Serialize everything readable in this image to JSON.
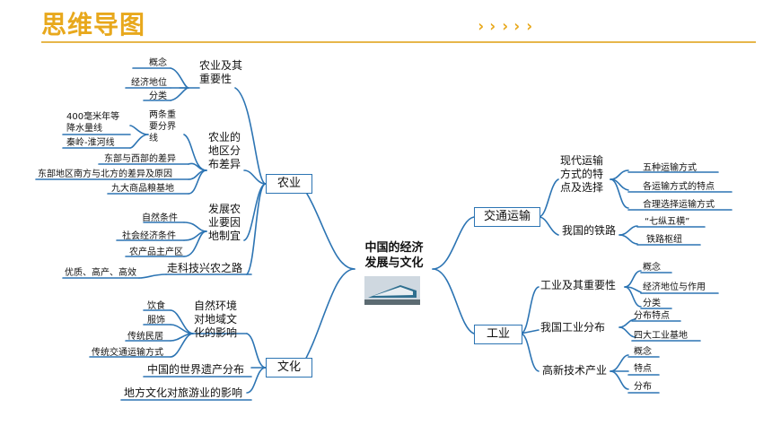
{
  "header": {
    "title": "思维导图",
    "arrows": "› › › › ›"
  },
  "center": {
    "line1": "中国的经济",
    "line2": "发展与文化"
  },
  "agriculture": {
    "label": "农业",
    "s1": {
      "title": [
        "农业及其",
        "重要性"
      ],
      "items": [
        "概念",
        "经济地位",
        "分类"
      ]
    },
    "s2": {
      "title": [
        "农业的",
        "地区分",
        "布差异"
      ],
      "boundary_title": [
        "两条重",
        "要分界",
        "线"
      ],
      "boundary_items": [
        "400毫米年等",
        "降水量线",
        "秦岭-淮河线"
      ],
      "items": [
        "东部与西部的差异",
        "东部地区南方与北方的差异及原因",
        "九大商品粮基地"
      ]
    },
    "s3": {
      "title": [
        "发展农",
        "业要因",
        "地制宜"
      ],
      "items": [
        "自然条件",
        "社会经济条件",
        "农产品主产区"
      ]
    },
    "s4": {
      "title": "走科技兴农之路",
      "items": [
        "优质、高产、高效"
      ]
    }
  },
  "culture": {
    "label": "文化",
    "s1": {
      "title": [
        "自然环境",
        "对地域文",
        "化的影响"
      ],
      "items": [
        "饮食",
        "服饰",
        "传统民居",
        "传统交通运输方式"
      ]
    },
    "s2": {
      "title": "中国的世界遗产分布"
    },
    "s3": {
      "title": "地方文化对旅游业的影响"
    }
  },
  "transport": {
    "label": "交通运输",
    "s1": {
      "title": [
        "现代运输",
        "方式的特",
        "点及选择"
      ],
      "items": [
        "五种运输方式",
        "各运输方式的特点",
        "合理选择运输方式"
      ]
    },
    "s2": {
      "title": "我国的铁路",
      "items": [
        "“七纵五横”",
        "铁路枢纽"
      ]
    }
  },
  "industry": {
    "label": "工业",
    "s1": {
      "title": "工业及其重要性",
      "items": [
        "概念",
        "经济地位与作用",
        "分类"
      ]
    },
    "s2": {
      "title": "我国工业分布",
      "items": [
        "分布特点",
        "四大工业基地"
      ]
    },
    "s3": {
      "title": "高新技术产业",
      "items": [
        "概念",
        "特点",
        "分布"
      ]
    }
  },
  "colors": {
    "line": "#2c74b3",
    "accent": "#e8a81c"
  }
}
